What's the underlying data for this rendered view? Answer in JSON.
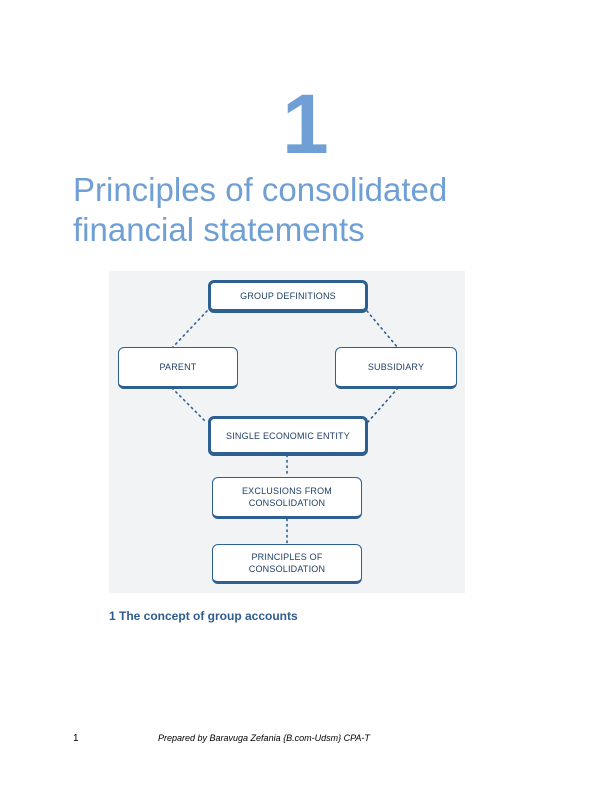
{
  "chapter": {
    "number": "1",
    "title": "Principles of consolidated financial statements"
  },
  "diagram": {
    "nodes": {
      "group_definitions": "GROUP DEFINITIONS",
      "parent": "PARENT",
      "subsidiary": "SUBSIDIARY",
      "single_economic_entity": "SINGLE ECONOMIC ENTITY",
      "exclusions": "EXCLUSIONS FROM CONSOLIDATION",
      "principles": "PRINCIPLES OF CONSOLIDATION"
    },
    "colors": {
      "border": "#2d5f90",
      "dots": "#2d5f90",
      "background": "#f1f3f5",
      "title_blue": "#6f9fd4"
    }
  },
  "section": {
    "caption": "1 The concept of group accounts"
  },
  "footer": {
    "page_number": "1",
    "note": "Prepared by Baravuga Zefania {B.com-Udsm} CPA-T"
  }
}
